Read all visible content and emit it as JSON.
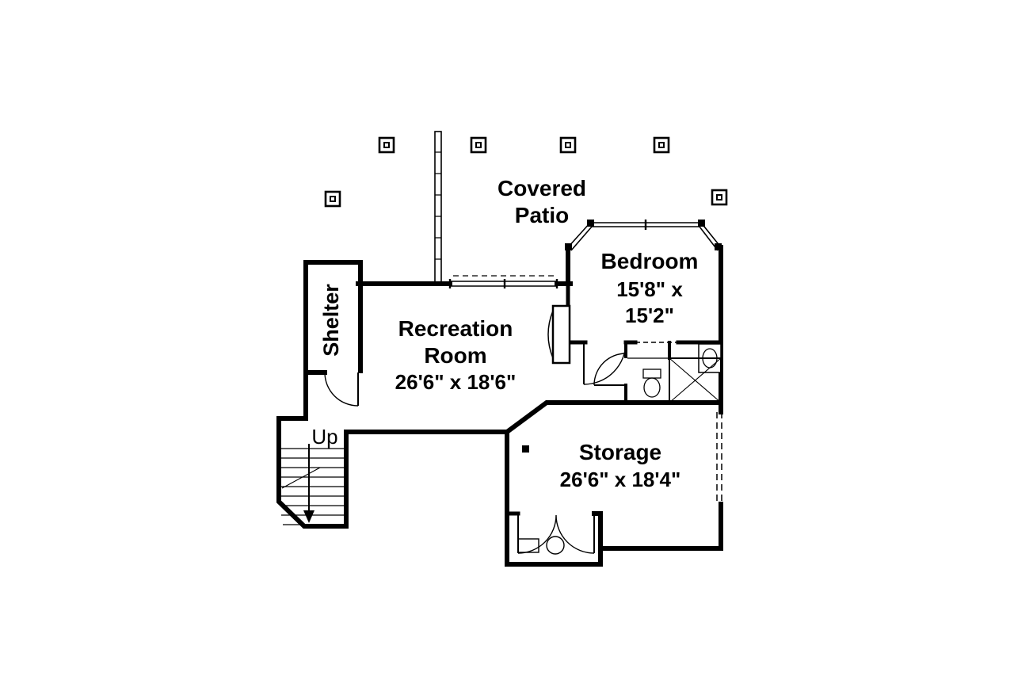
{
  "plan": {
    "patio": {
      "line1": "Covered",
      "line2": "Patio"
    },
    "bedroom": {
      "name": "Bedroom",
      "dim_line1": "15'8\" x",
      "dim_line2": "15'2\""
    },
    "shelter": {
      "name": "Shelter"
    },
    "recreation": {
      "line1": "Recreation",
      "line2": "Room",
      "dims": "26'6\" x 18'6\""
    },
    "storage": {
      "name": "Storage",
      "dims": "26'6\" x 18'4\""
    },
    "stairs": {
      "direction_label": "Up"
    }
  },
  "colors": {
    "ink": "#000000",
    "paper": "#ffffff"
  }
}
